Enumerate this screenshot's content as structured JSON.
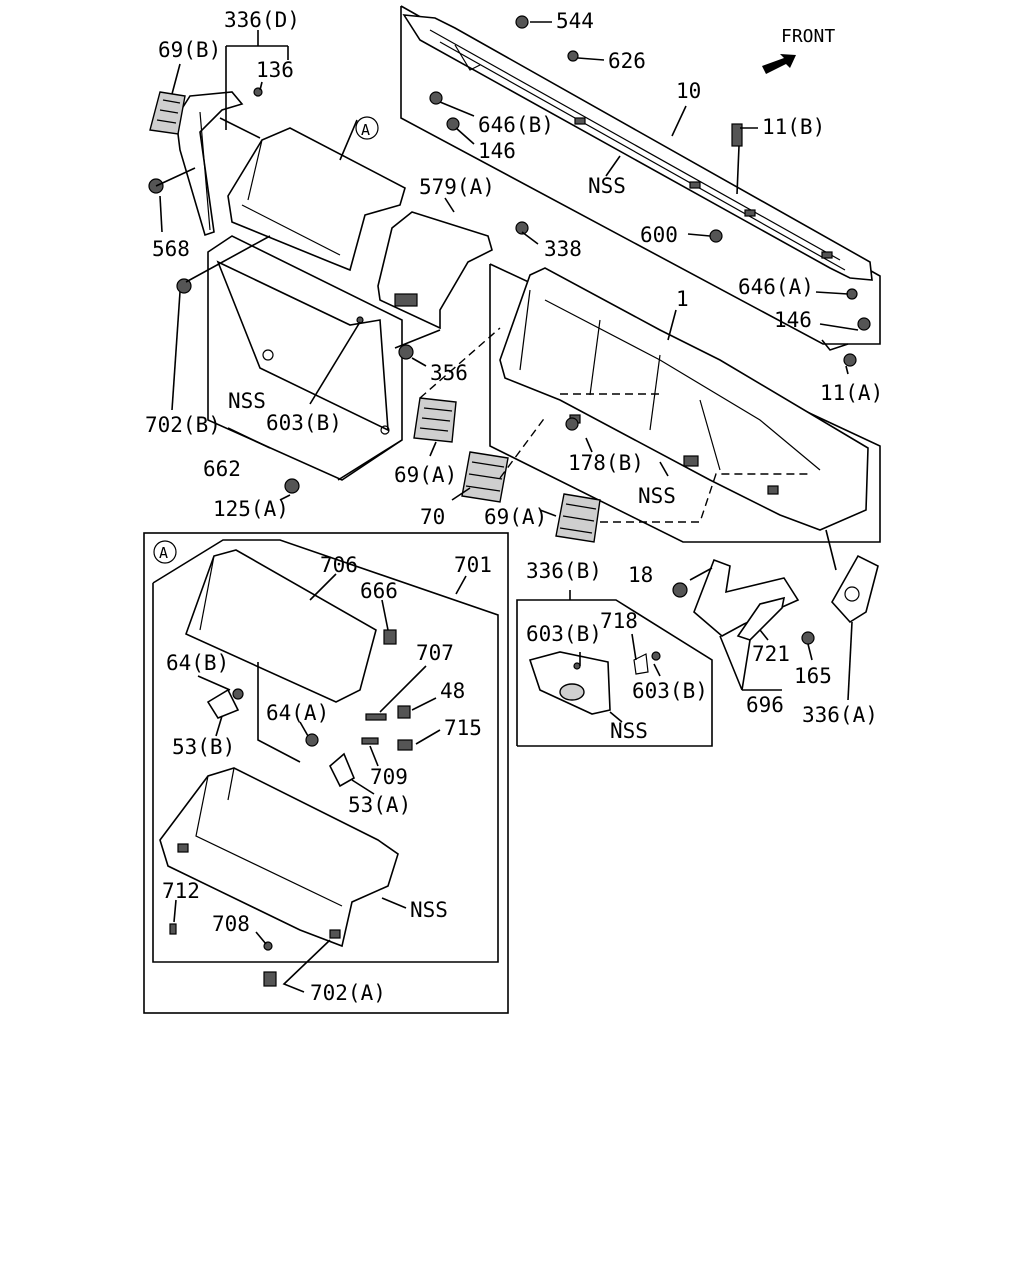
{
  "diagram": {
    "front_label": "FRONT",
    "nss": "NSS",
    "circle_a": "A",
    "labels": {
      "p336d": "336(D)",
      "p69b": "69(B)",
      "p136": "136",
      "p568": "568",
      "p702b": "702(B)",
      "p662": "662",
      "p125a": "125(A)",
      "p603b": "603(B)",
      "p579a": "579(A)",
      "p338": "338",
      "p356": "356",
      "p69a_1": "69(A)",
      "p70": "70",
      "p69a_2": "69(A)",
      "p544": "544",
      "p626": "626",
      "p646b": "646(B)",
      "p146_1": "146",
      "p10": "10",
      "p11b": "11(B)",
      "p600": "600",
      "p646a": "646(A)",
      "p146_2": "146",
      "p11a": "11(A)",
      "p1": "1",
      "p178b": "178(B)",
      "p18": "18",
      "p336b": "336(B)",
      "p603b_2": "603(B)",
      "p718": "718",
      "p603b_3": "603(B)",
      "p721": "721",
      "p165": "165",
      "p696": "696",
      "p336a": "336(A)",
      "p706": "706",
      "p701": "701",
      "p666": "666",
      "p707": "707",
      "p64b": "64(B)",
      "p48": "48",
      "p64a": "64(A)",
      "p715": "715",
      "p53b": "53(B)",
      "p709": "709",
      "p53a": "53(A)",
      "p712": "712",
      "p708": "708",
      "p702a": "702(A)"
    }
  }
}
